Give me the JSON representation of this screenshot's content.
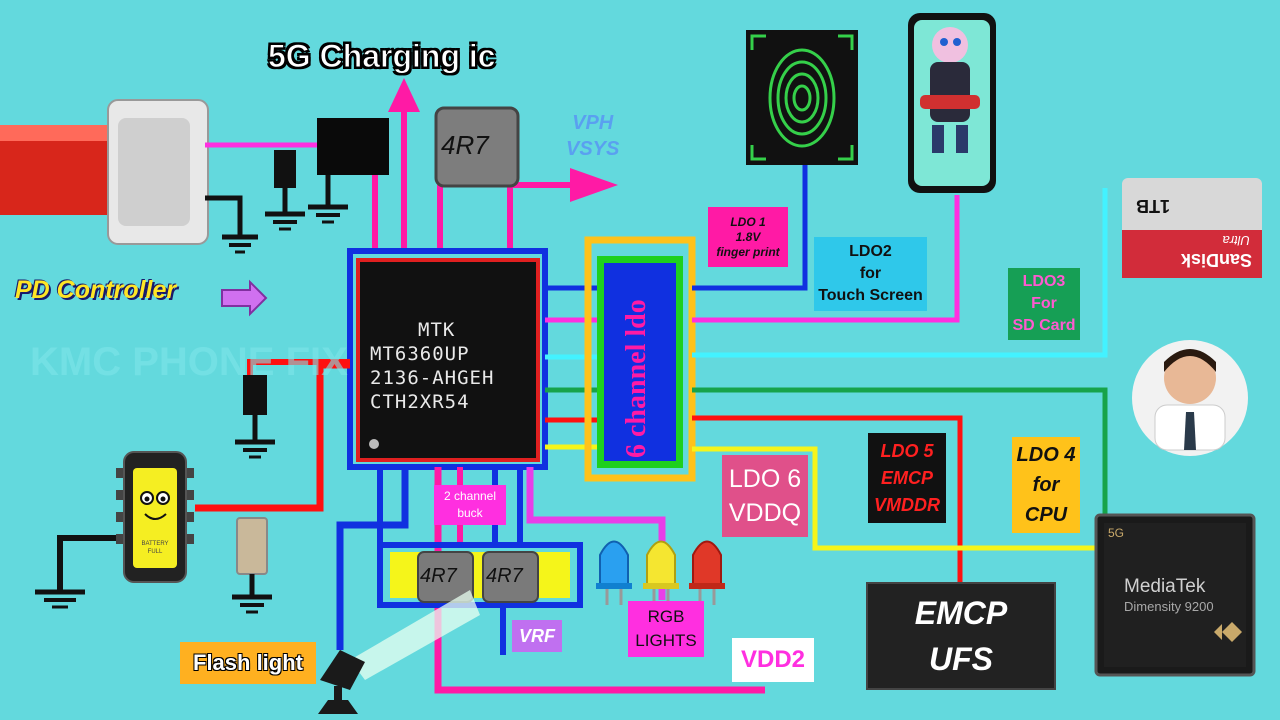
{
  "title": "5G Charging ic",
  "pd_controller": "PD Controller",
  "watermark": "KMC PHONE FIX",
  "pmic": {
    "brand": "MTK",
    "part": "MT6360UP",
    "line2": "2136-AHGEH",
    "line3": "CTH2XR54"
  },
  "inductor_top": "4R7",
  "inductor_left": "4R7",
  "inductor_right": "4R7",
  "vph": "VPH",
  "vsys": "VSYS",
  "ldo_block": "6 channel ldo",
  "ldo1": {
    "line1": "LDO 1",
    "line2": "1.8V",
    "line3": "finger print"
  },
  "ldo2": {
    "line1": "LDO2",
    "line2": "for",
    "line3": "Touch Screen"
  },
  "ldo3": {
    "line1": "LDO3",
    "line2": "For",
    "line3": "SD Card"
  },
  "ldo4": {
    "line1": "LDO 4",
    "line2": "for",
    "line3": "CPU"
  },
  "ldo5": {
    "line1": "LDO 5",
    "line2": "EMCP",
    "line3": "VMDDR"
  },
  "ldo6": {
    "line1": "LDO 6",
    "line2": "VDDQ"
  },
  "buck": {
    "line1": "2 channel",
    "line2": "buck"
  },
  "vrf": "VRF",
  "rgb": {
    "line1": "RGB",
    "line2": "LIGHTS"
  },
  "vdd2": "VDD2",
  "emcp": {
    "line1": "EMCP",
    "line2": "UFS"
  },
  "flash": "Flash light",
  "battery": {
    "line1": "BATTERY",
    "line2": "FULL"
  },
  "sdcard": {
    "brand": "SanDisk",
    "model": "Ultra",
    "size": "1TB"
  },
  "cpu": {
    "badge": "5G",
    "brand": "MediaTek",
    "model": "Dimensity 9200"
  },
  "colors": {
    "background": "#63d9dd",
    "pink": "#ff1aa5",
    "magenta": "#ff2fe0",
    "red": "#ff1010",
    "blue": "#1030e0",
    "green": "#17a34a",
    "yellow": "#f5f51a",
    "cyan": "#43f2ff"
  }
}
